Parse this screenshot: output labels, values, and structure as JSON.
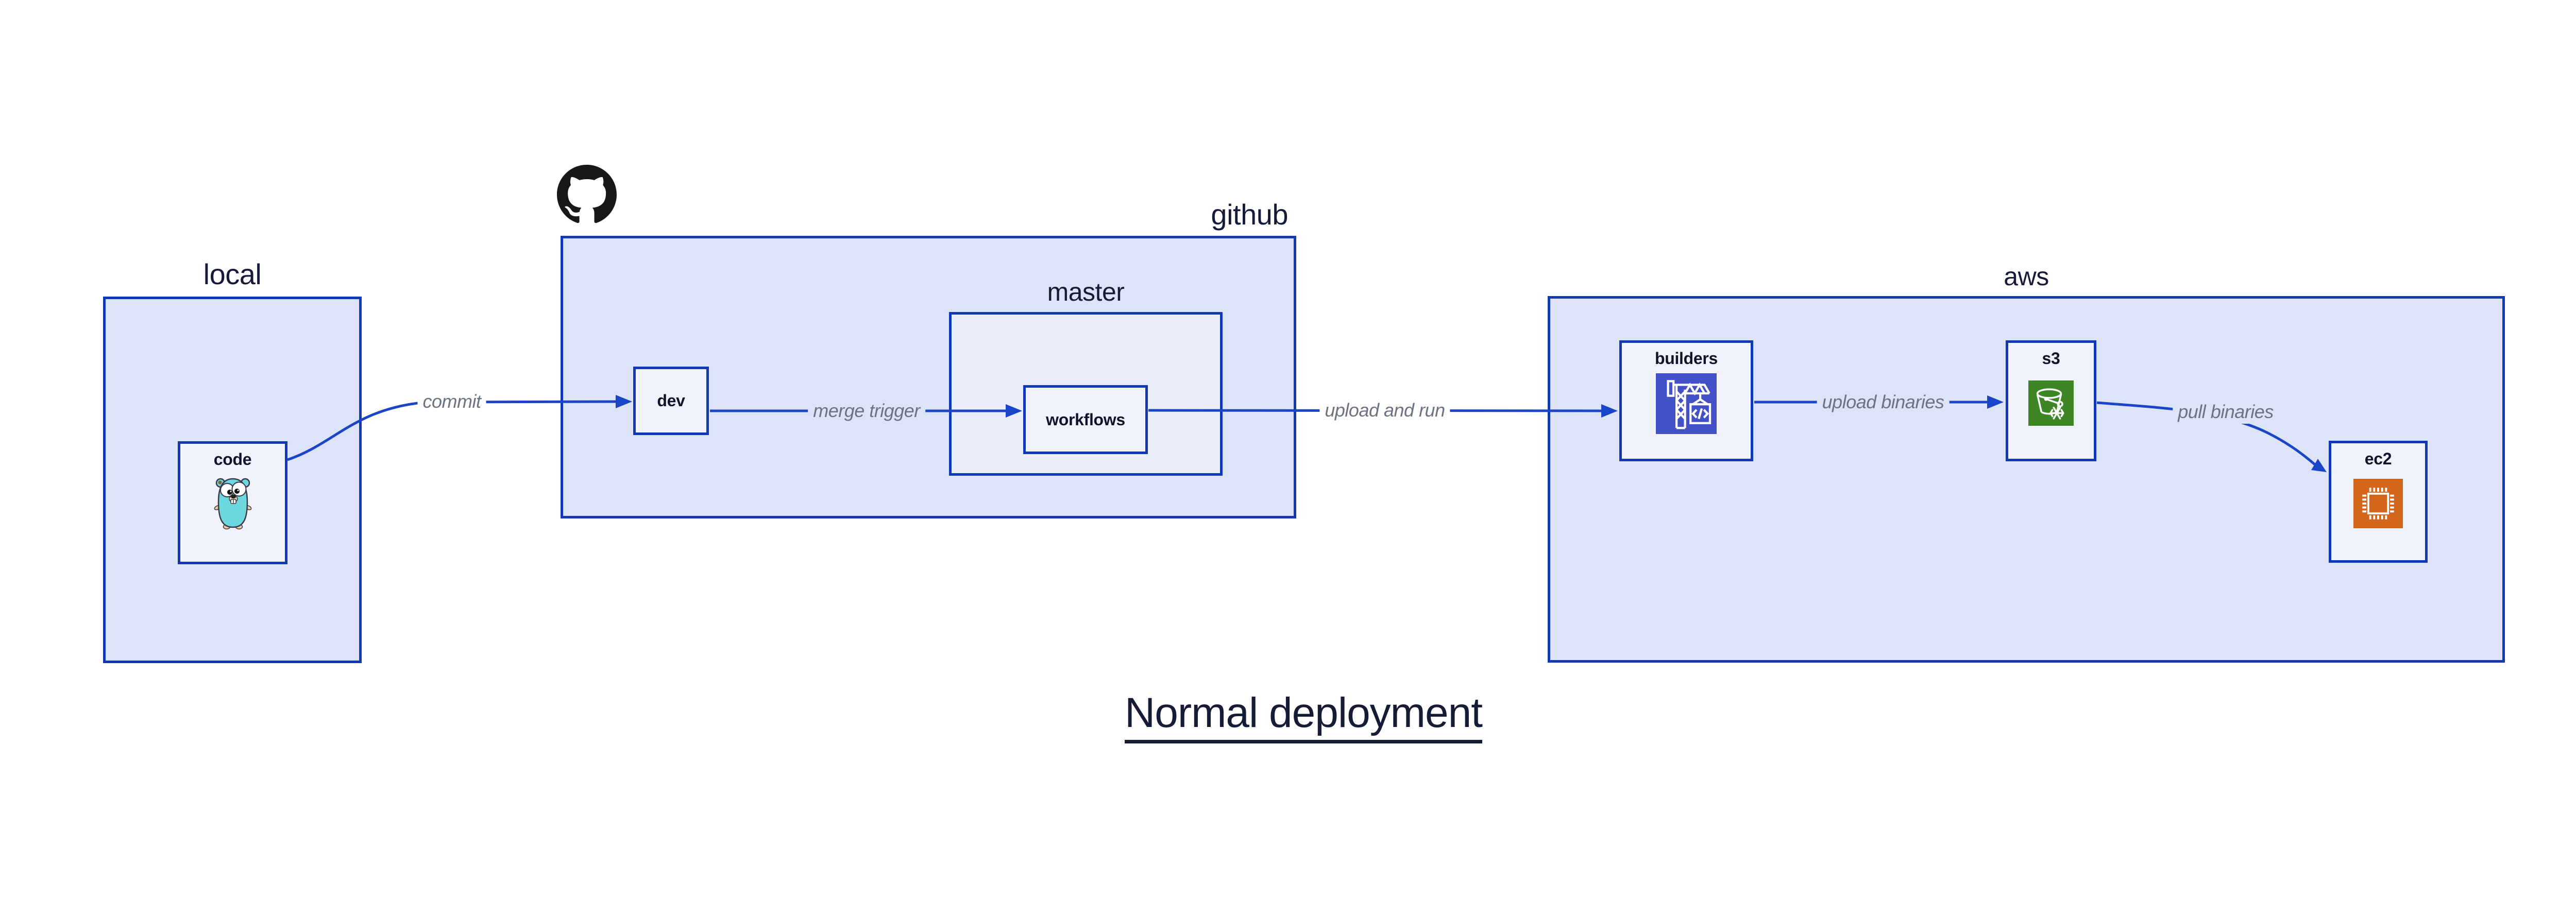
{
  "title": {
    "text": "Normal deployment"
  },
  "containers": {
    "local": {
      "label": "local"
    },
    "github": {
      "label": "github",
      "logo": "github-octocat-icon"
    },
    "master": {
      "label": "master"
    },
    "aws": {
      "label": "aws"
    }
  },
  "nodes": {
    "code": {
      "label": "code",
      "icon": "go-gopher-icon"
    },
    "dev": {
      "label": "dev"
    },
    "workflows": {
      "label": "workflows"
    },
    "builders": {
      "label": "builders",
      "icon": "codebuild-crane-icon"
    },
    "s3": {
      "label": "s3",
      "icon": "s3-bucket-snowflake-icon"
    },
    "ec2": {
      "label": "ec2",
      "icon": "ec2-chip-icon"
    }
  },
  "edges": {
    "commit": {
      "label": "commit"
    },
    "merge_trigger": {
      "label": "merge trigger"
    },
    "upload_and_run": {
      "label": "upload and run"
    },
    "upload_binaries": {
      "label": "upload binaries"
    },
    "pull_binaries": {
      "label": "pull binaries"
    }
  },
  "colors": {
    "border_blue": "#1239b4",
    "arrow_blue": "#1a45c9",
    "container_fill": "#dee4f8",
    "master_fill": "#eaeefb",
    "node_fill": "#f0f3fc",
    "edge_label_gray": "#6a7382",
    "label_navy": "#151b38",
    "builders_icon_bg": "#4450c8",
    "s3_icon_bg": "#3d8525",
    "ec2_icon_bg": "#d4661c",
    "gopher_teal": "#6dd7de",
    "octocat_black": "#191717"
  }
}
